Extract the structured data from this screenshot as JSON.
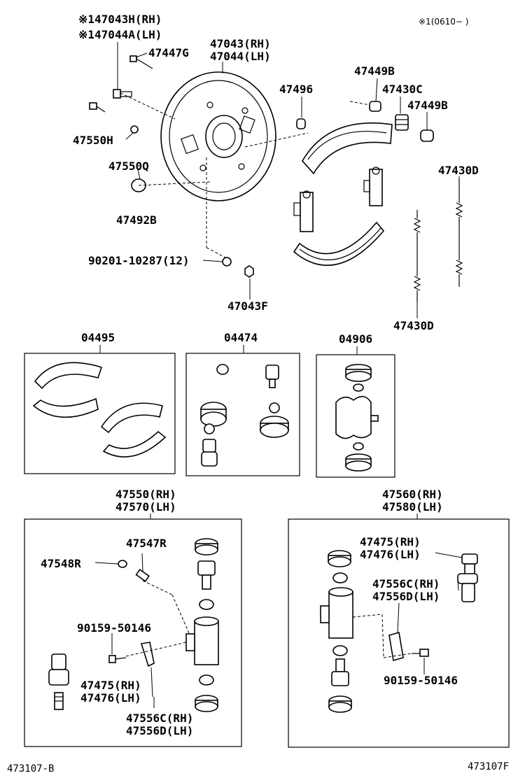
{
  "labels": {
    "note_ref": "※1(0610−    )",
    "p47043h": "※147043H(RH)",
    "p47044a": "※147044A(LH)",
    "p47043": "47043(RH)",
    "p47044": "47044(LH)",
    "p47447g": "47447G",
    "p47550h": "47550H",
    "p47550q": "47550Q",
    "p47492b": "47492B",
    "p90201": "90201-10287(12)",
    "p47043f": "47043F",
    "p47496": "47496",
    "p47449b_top": "47449B",
    "p47430c": "47430C",
    "p47449b_mid": "47449B",
    "p47430d_top": "47430D",
    "p47430d_bot": "47430D",
    "p04495": "04495",
    "p04474": "04474",
    "p04906": "04906",
    "p47550rh": "47550(RH)",
    "p47570lh": "47570(LH)",
    "p47560rh": "47560(RH)",
    "p47580lh": "47580(LH)",
    "p47547r": "47547R",
    "p47548r": "47548R",
    "p90159_left": "90159-50146",
    "p47475_left": "47475(RH)",
    "p47476_left": "47476(LH)",
    "p47556c_left": "47556C(RH)",
    "p47556d_left": "47556D(LH)",
    "p47475_right": "47475(RH)",
    "p47476_right": "47476(LH)",
    "p47556c_right": "47556C(RH)",
    "p47556d_right": "47556D(LH)",
    "p90159_right": "90159-50146",
    "fig_left": "473107-B",
    "fig_right": "473107F"
  }
}
